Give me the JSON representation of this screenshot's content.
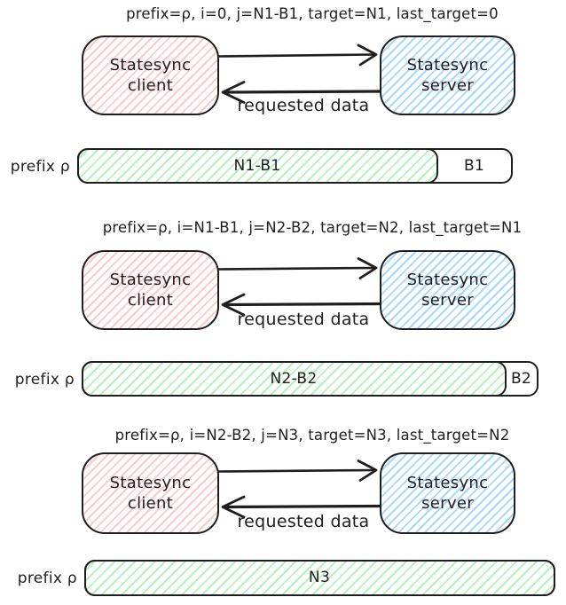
{
  "colors": {
    "stroke": "#1e1e1e",
    "client_fill": "#ffc9c9",
    "server_fill": "#a5d8ff",
    "synced_fill": "#b2f2bb",
    "background": "#ffffff"
  },
  "sections": [
    {
      "header": "prefix=ρ, i=0, j=N1-B1, target=N1, last_target=0",
      "client": {
        "line1": "Statesync",
        "line2": "client"
      },
      "server": {
        "line1": "Statesync",
        "line2": "server"
      },
      "response_label": "requested data",
      "bar": {
        "prefix_label": "prefix ρ",
        "synced_label": "N1-B1",
        "remaining_label": "B1"
      }
    },
    {
      "header": "prefix=ρ, i=N1-B1, j=N2-B2, target=N2, last_target=N1",
      "client": {
        "line1": "Statesync",
        "line2": "client"
      },
      "server": {
        "line1": "Statesync",
        "line2": "server"
      },
      "response_label": "requested data",
      "bar": {
        "prefix_label": "prefix ρ",
        "synced_label": "N2-B2",
        "remaining_label": "B2"
      }
    },
    {
      "header": "prefix=ρ, i=N2-B2, j=N3, target=N3, last_target=N2",
      "client": {
        "line1": "Statesync",
        "line2": "client"
      },
      "server": {
        "line1": "Statesync",
        "line2": "server"
      },
      "response_label": "requested data",
      "bar": {
        "prefix_label": "prefix ρ",
        "synced_label": "N3"
      }
    }
  ]
}
